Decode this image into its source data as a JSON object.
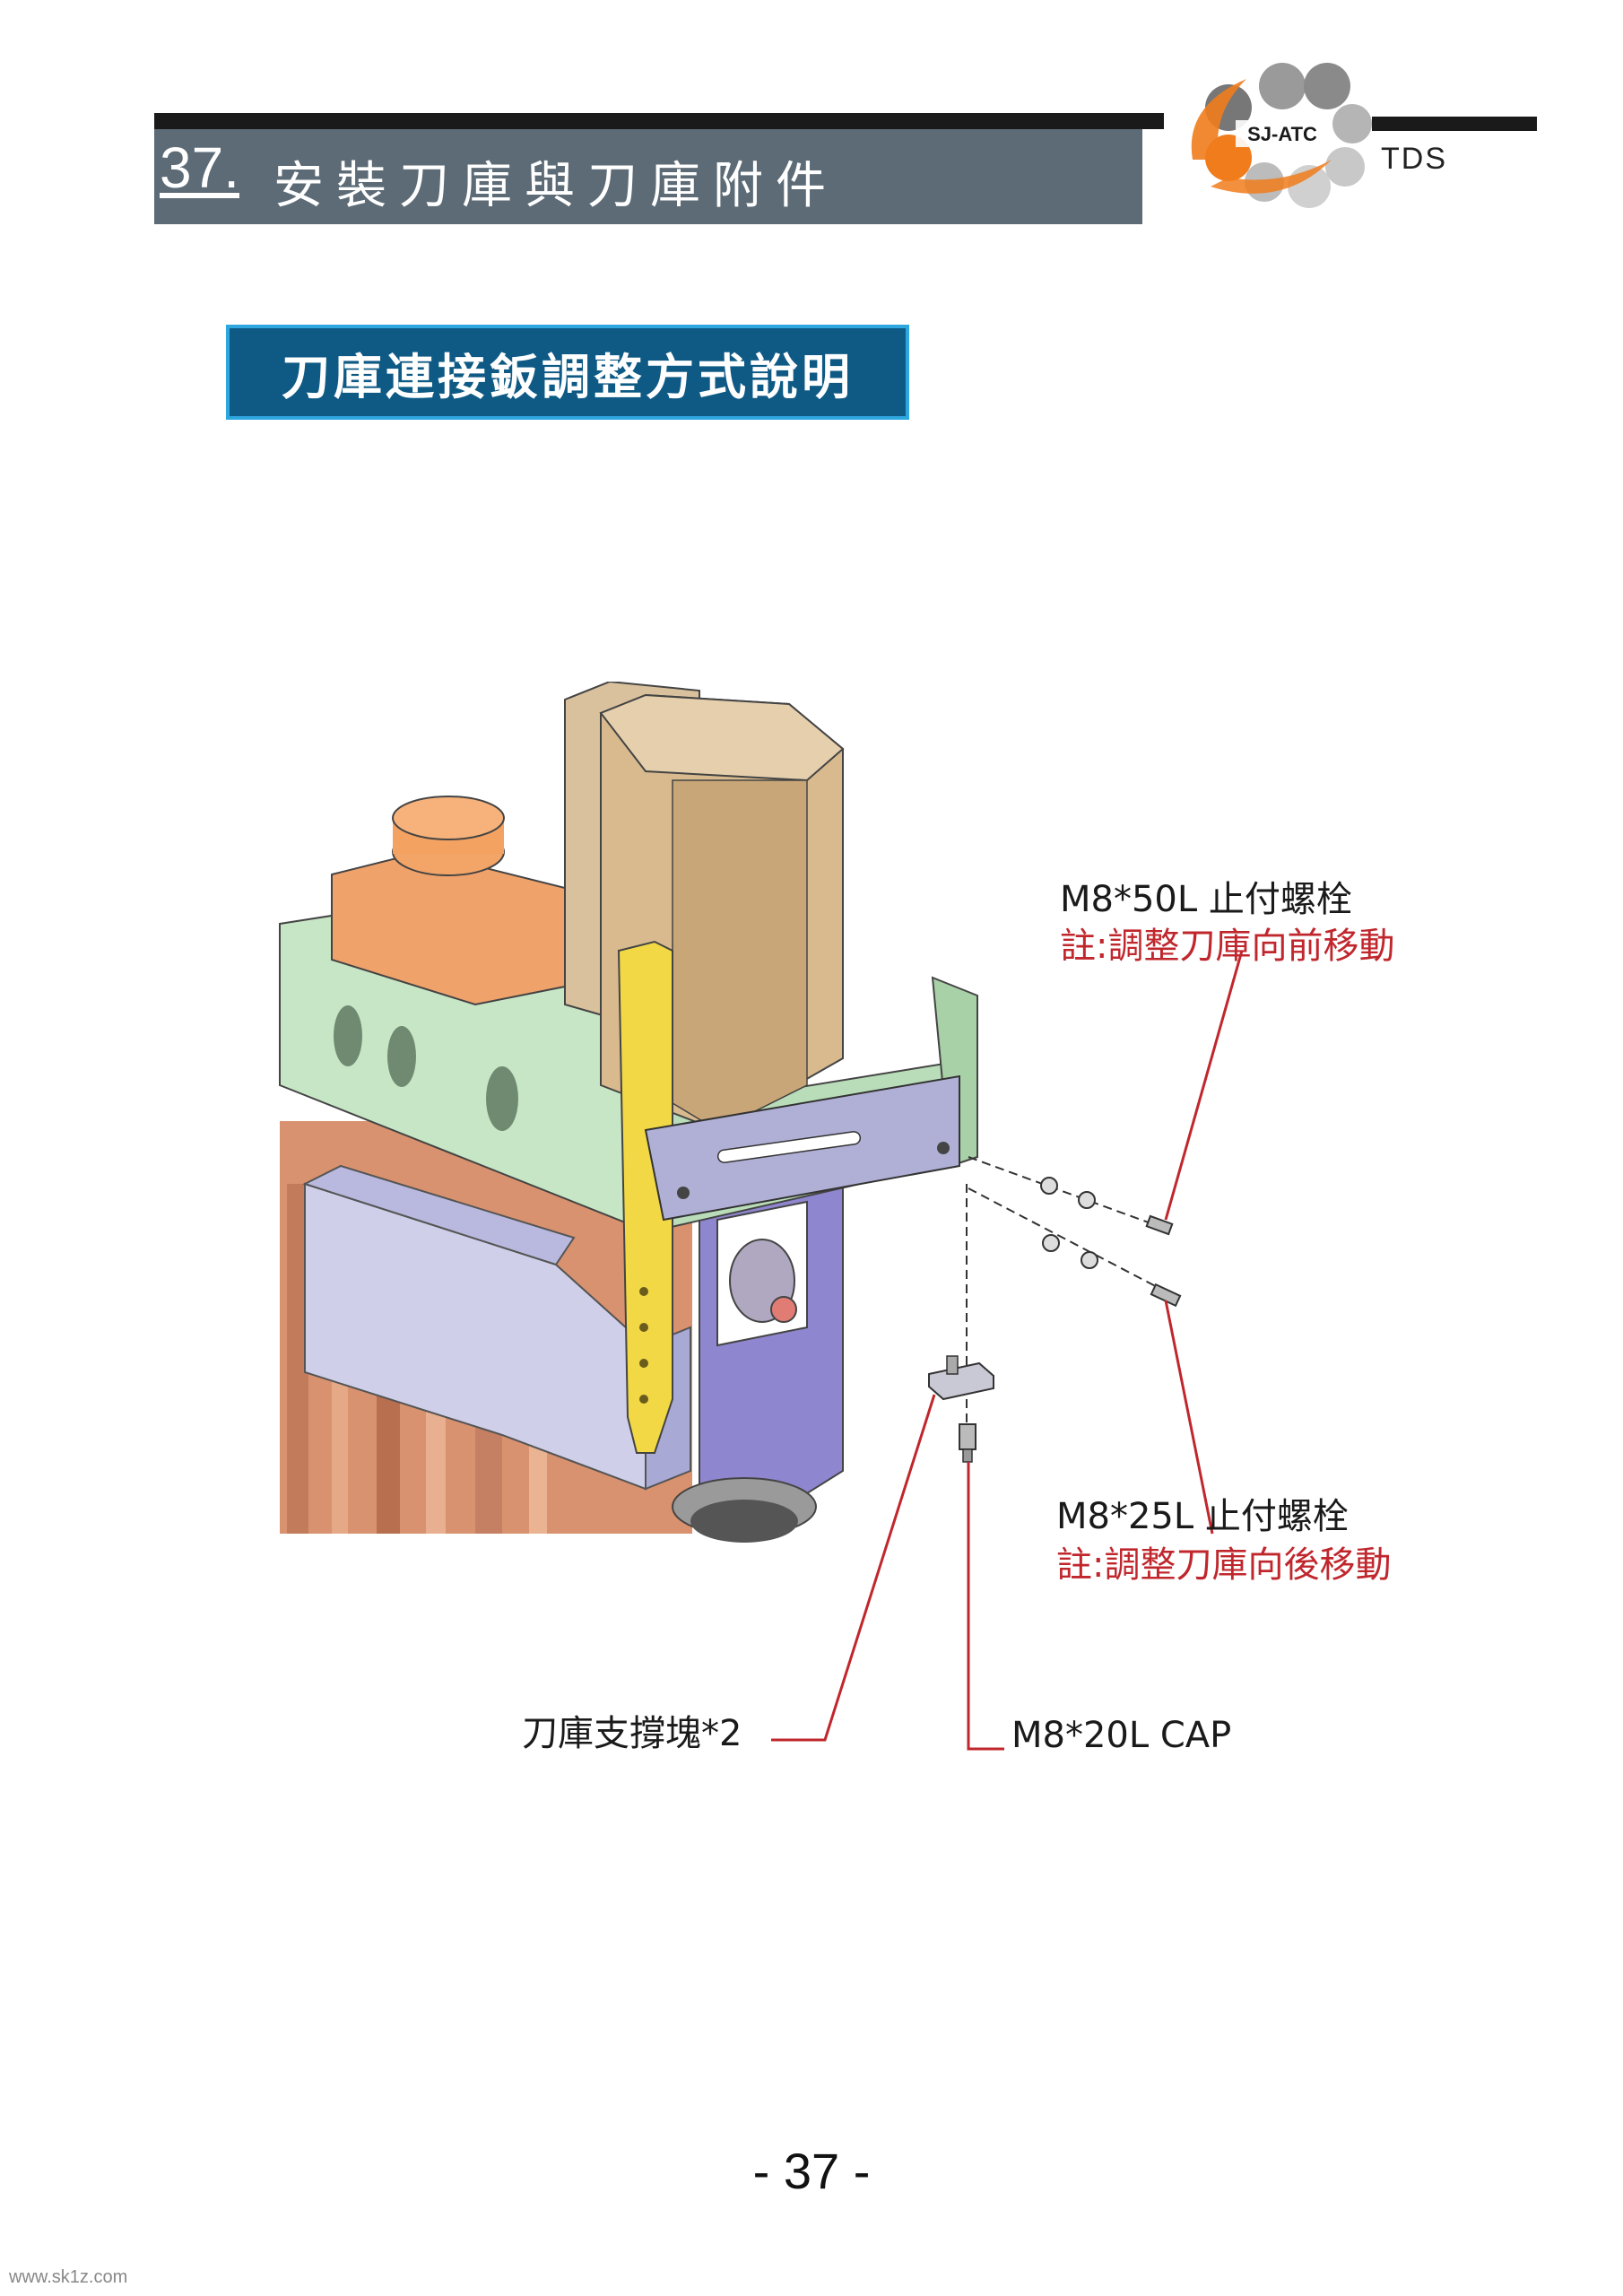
{
  "header": {
    "section_number": "37.",
    "title": "安裝刀庫與刀庫附件",
    "tds_label": "TDS",
    "logo_text": "SJ-ATC"
  },
  "section": {
    "label": "刀庫連接鈑調整方式說明"
  },
  "callouts": {
    "bolt_50l": {
      "name": "M8*50L 止付螺栓",
      "note": "註:調整刀庫向前移動"
    },
    "bolt_25l": {
      "name": "M8*25L 止付螺栓",
      "note": "註:調整刀庫向後移動"
    },
    "support_block": "刀庫支撐塊*2",
    "cap_screw": "M8*20L CAP"
  },
  "colors": {
    "header_band": "#5c6b76",
    "section_fill": "#0e5a85",
    "section_border": "#2ea6df",
    "leader_red": "#c0272d"
  },
  "footer": {
    "page_number": "- 37 -",
    "watermark": "www.sk1z.com"
  }
}
